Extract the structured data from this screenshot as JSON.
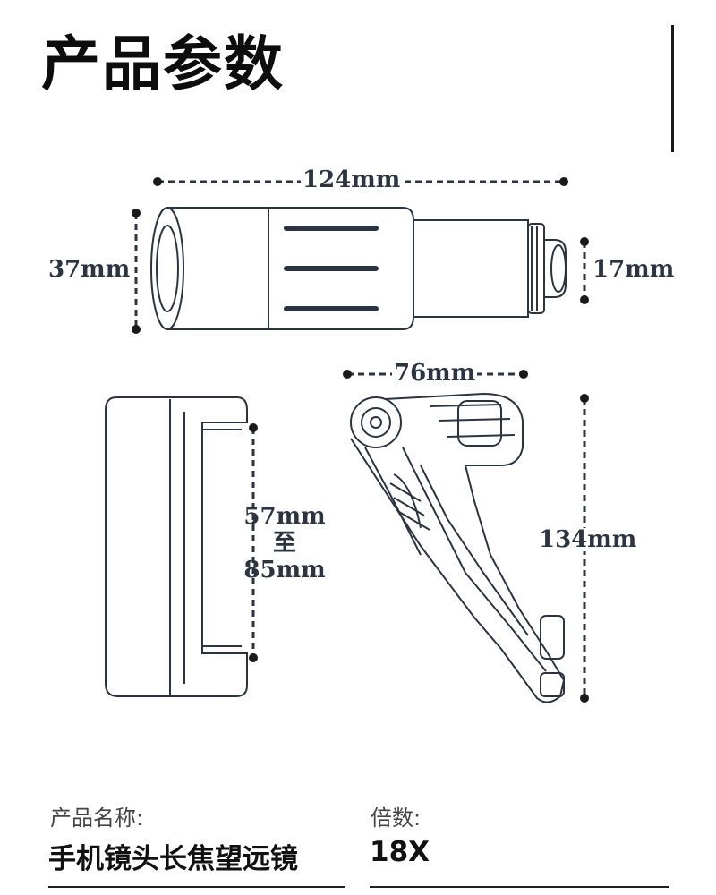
{
  "header": {
    "title": "产品参数"
  },
  "dimensions": {
    "monocular_length": "124mm",
    "monocular_diameter": "37mm",
    "eyepiece_diameter": "17mm",
    "clip_range_min": "57mm",
    "clip_range_joiner": "至",
    "clip_range_max": "85mm",
    "tripod_width": "76mm",
    "tripod_height": "134mm"
  },
  "specs": {
    "name_label": "产品名称:",
    "name_value": "手机镜头长焦望远镜",
    "zoom_label": "倍数:",
    "zoom_value": "18X"
  },
  "colors": {
    "line": "#2b3440",
    "text": "#111111"
  }
}
